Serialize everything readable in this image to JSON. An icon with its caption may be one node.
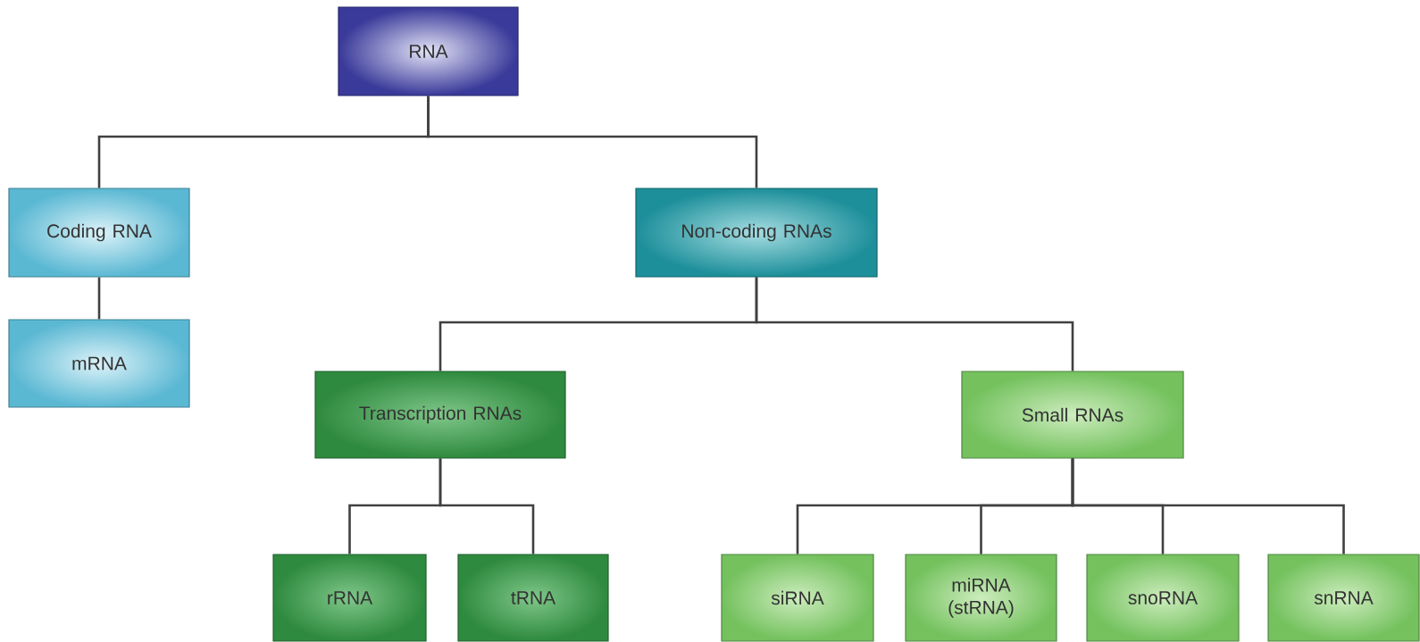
{
  "diagram": {
    "nodes": [
      {
        "text": [
          "RNA"
        ]
      },
      {
        "text": [
          "Coding RNA"
        ]
      },
      {
        "text": [
          "mRNA"
        ]
      },
      {
        "text": [
          "Non-coding RNAs"
        ]
      },
      {
        "text": [
          "Transcription RNAs"
        ]
      },
      {
        "text": [
          "Small RNAs"
        ]
      },
      {
        "text": [
          "rRNA"
        ]
      },
      {
        "text": [
          "tRNA"
        ]
      },
      {
        "text": [
          "siRNA"
        ]
      },
      {
        "text": [
          "miRNA (stRNA)"
        ]
      },
      {
        "text": [
          "snoRNA"
        ]
      },
      {
        "text": [
          "snRNA"
        ]
      }
    ],
    "edges": [
      {
        "from": 0,
        "to": 1,
        "arrow": "none"
      },
      {
        "from": 0,
        "to": 3,
        "arrow": "none"
      },
      {
        "from": 1,
        "to": 2,
        "arrow": "none"
      },
      {
        "from": 3,
        "to": 4,
        "arrow": "none"
      },
      {
        "from": 3,
        "to": 5,
        "arrow": "none"
      },
      {
        "from": 4,
        "to": 6,
        "arrow": "none"
      },
      {
        "from": 4,
        "to": 7,
        "arrow": "none"
      },
      {
        "from": 5,
        "to": 8,
        "arrow": "none"
      },
      {
        "from": 5,
        "to": 9,
        "arrow": "none"
      },
      {
        "from": 5,
        "to": 10,
        "arrow": "none"
      },
      {
        "from": 5,
        "to": 11,
        "arrow": "none"
      }
    ]
  }
}
